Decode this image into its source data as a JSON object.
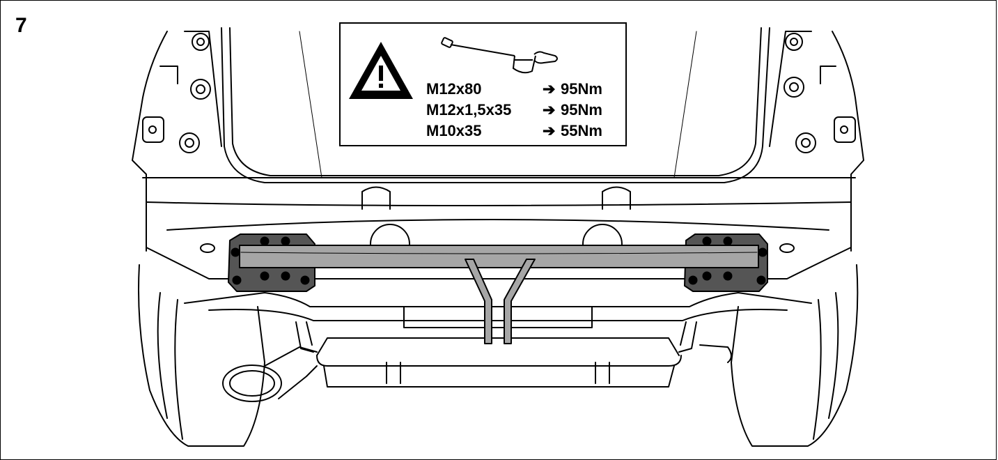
{
  "step": {
    "number": "7"
  },
  "torque_table": {
    "arrow_glyph": "➔",
    "rows": [
      {
        "bolt": "M12x80",
        "torque": "95Nm"
      },
      {
        "bolt": "M12x1,5x35",
        "torque": "95Nm"
      },
      {
        "bolt": "M10x35",
        "torque": "55Nm"
      }
    ]
  },
  "icons": [
    "warning-triangle-icon",
    "torque-wrench-icon"
  ],
  "colors": {
    "line": "#000000",
    "bracket_fill": "#555555",
    "bar_fill": "#a6a6a6",
    "paper": "#ffffff"
  }
}
